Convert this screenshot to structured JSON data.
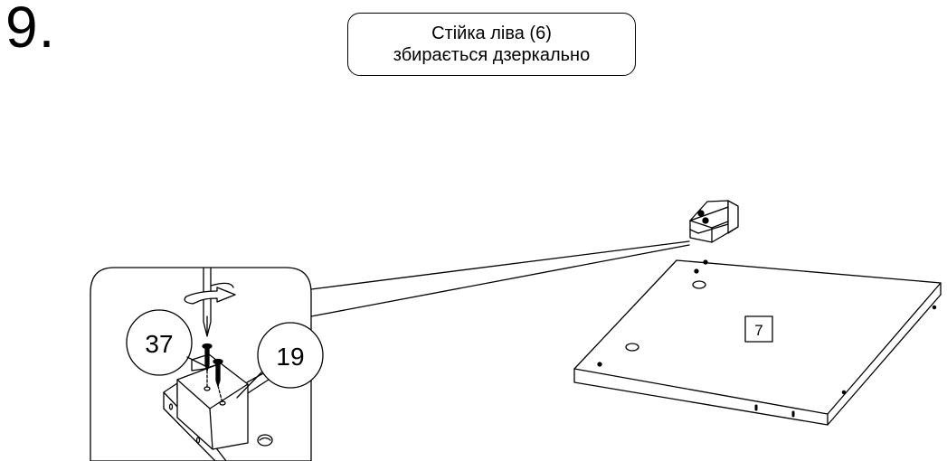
{
  "step": {
    "number": "9."
  },
  "note": {
    "line1": "Стійка ліва (6)",
    "line2": "збирається дзеркально"
  },
  "callouts": {
    "screw_part": "37",
    "bracket_part": "19"
  },
  "panel": {
    "part_number": "7"
  }
}
